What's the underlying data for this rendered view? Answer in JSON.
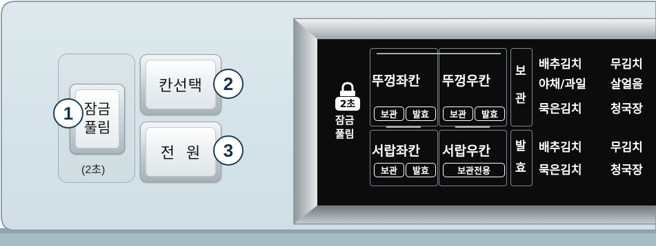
{
  "buttons": {
    "lock": {
      "label_line1": "잠금",
      "label_line2": "풀림",
      "note": "(2초)",
      "number": "1"
    },
    "compartment": {
      "label": "칸선택",
      "number": "2"
    },
    "power": {
      "label": "전  원",
      "number": "3"
    }
  },
  "display": {
    "lock_indicator": {
      "badge": "2초",
      "label_line1": "잠금",
      "label_line2": "풀림"
    },
    "compartments": [
      {
        "name": "뚜껑좌칸",
        "modes": [
          "보관",
          "발효"
        ]
      },
      {
        "name": "뚜껑우칸",
        "modes": [
          "보관",
          "발효"
        ]
      },
      {
        "name": "서랍좌칸",
        "modes": [
          "보관",
          "발효"
        ]
      },
      {
        "name": "서랍우칸",
        "modes": [
          "보관전용"
        ]
      }
    ],
    "storage": {
      "label_line1": "보",
      "label_line2": "관",
      "items": [
        "배추김치",
        "무김치",
        "야채/과일",
        "살얼음",
        "묵은김치",
        "청국장"
      ]
    },
    "ferment": {
      "label_line1": "발",
      "label_line2": "효",
      "items": [
        "배추김치",
        "무김치",
        "묵은김치",
        "청국장"
      ]
    }
  },
  "colors": {
    "display_bg": "#0c0c0d",
    "panel_bg": "#d4e3e8",
    "number_ring": "#1b3a55"
  }
}
